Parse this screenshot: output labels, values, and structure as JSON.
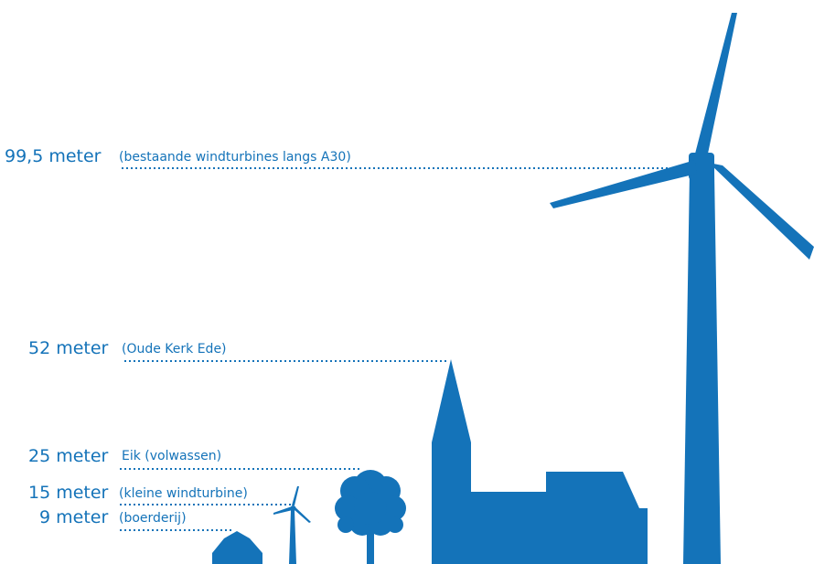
{
  "color": "#1473b9",
  "labels": [
    {
      "height": "99,5 meter",
      "desc": "(bestaande windturbines langs A30)"
    },
    {
      "height": "52 meter",
      "desc": "(Oude Kerk Ede)"
    },
    {
      "height": "25 meter",
      "desc": "Eik (volwassen)"
    },
    {
      "height": "15 meter",
      "desc": "(kleine windturbine)"
    },
    {
      "height": "9 meter",
      "desc": "(boerderij)"
    }
  ]
}
